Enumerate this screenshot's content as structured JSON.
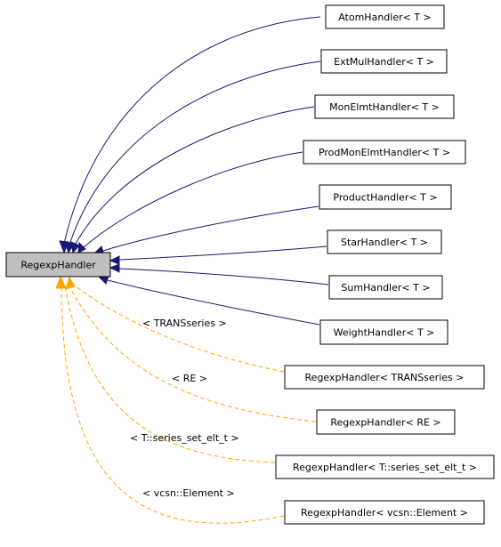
{
  "root": {
    "label": "RegexpHandler"
  },
  "derived": [
    {
      "label": "AtomHandler< T >"
    },
    {
      "label": "ExtMulHandler< T >"
    },
    {
      "label": "MonElmtHandler< T >"
    },
    {
      "label": "ProdMonElmtHandler< T >"
    },
    {
      "label": "ProductHandler< T >"
    },
    {
      "label": "StarHandler< T >"
    },
    {
      "label": "SumHandler< T >"
    },
    {
      "label": "WeightHandler< T >"
    }
  ],
  "instantiations": [
    {
      "label": "RegexpHandler< TRANSseries >",
      "edge_label": "< TRANSseries >"
    },
    {
      "label": "RegexpHandler< RE >",
      "edge_label": "< RE >"
    },
    {
      "label": "RegexpHandler< T::series_set_elt_t >",
      "edge_label": "< T::series_set_elt_t >"
    },
    {
      "label": "RegexpHandler< vcsn::Element >",
      "edge_label": "< vcsn::Element >"
    }
  ],
  "colors": {
    "inheritance_edge": "#191970",
    "template_edge": "#ffa500",
    "root_fill": "#bfbfbf"
  }
}
